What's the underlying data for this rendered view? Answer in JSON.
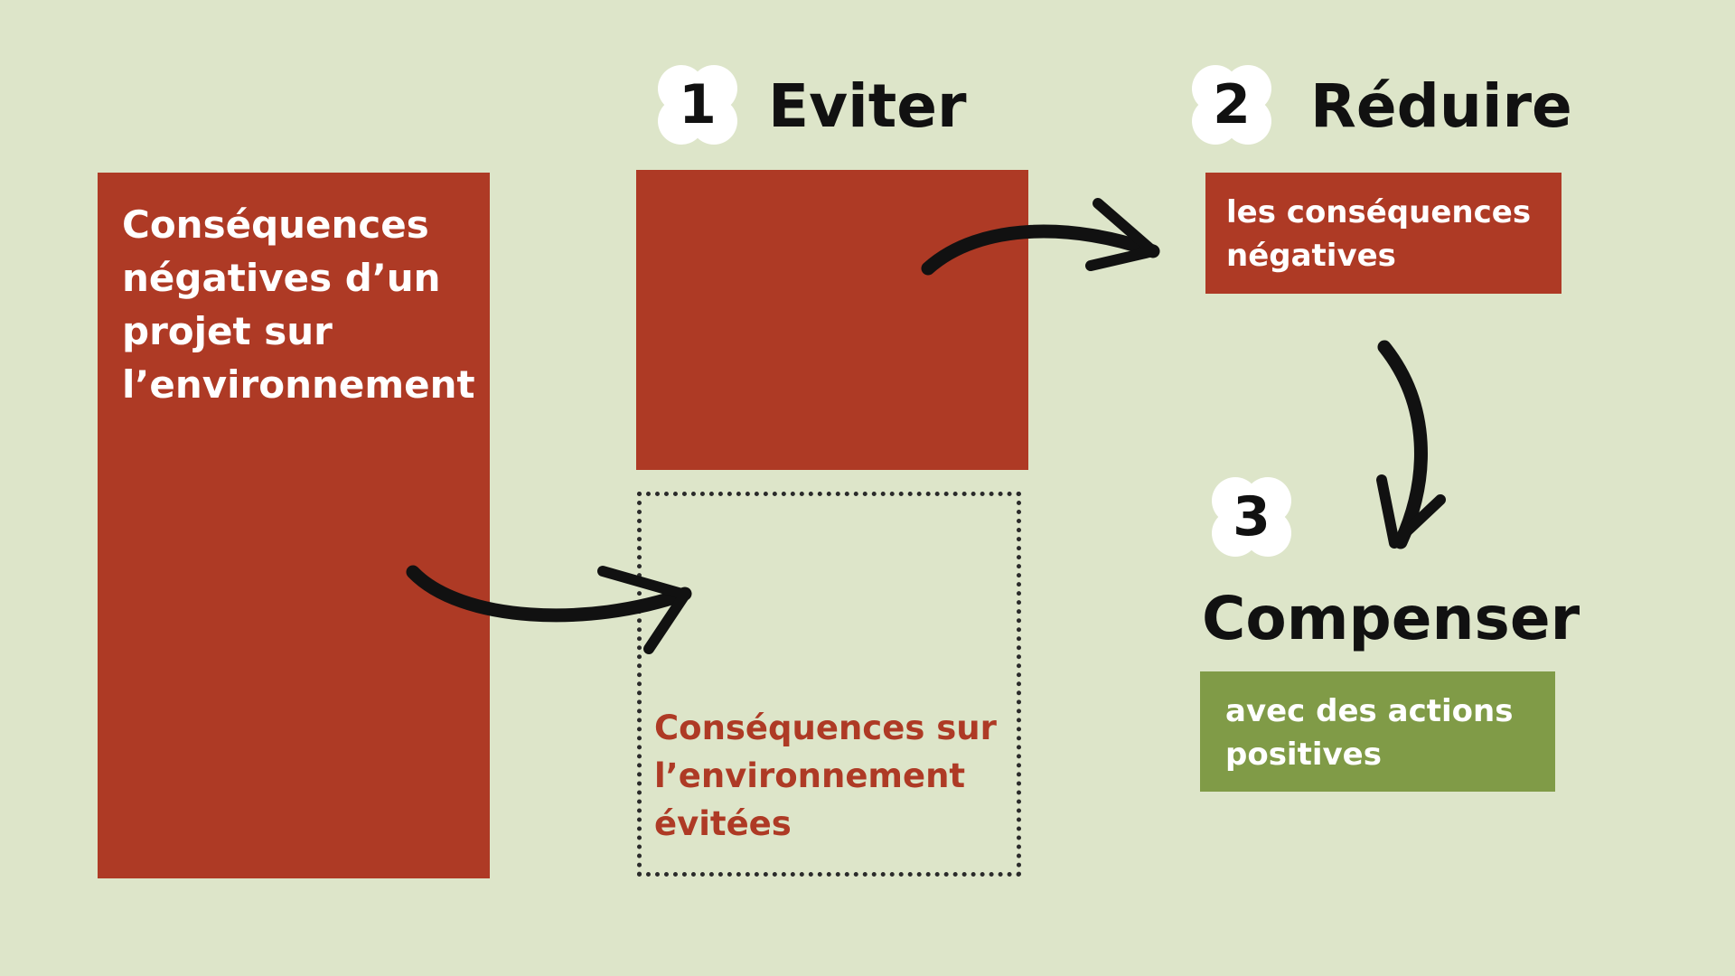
{
  "main_block": {
    "line1": "Conséquences",
    "line2": "négatives d’un",
    "line3": "projet sur",
    "line4": "l’environnement"
  },
  "step1": {
    "number": "1",
    "title": "Eviter"
  },
  "step2": {
    "number": "2",
    "title": "Réduire",
    "line1": "les conséquences",
    "line2": "négatives"
  },
  "step3": {
    "number": "3",
    "title": "Compenser",
    "line1": "avec des actions",
    "line2": "positives"
  },
  "avoided": {
    "line1": "Conséquences sur",
    "line2": "l’environnement",
    "line3": "évitées"
  },
  "colors": {
    "background": "#dde5c9",
    "red": "#ae3a25",
    "green": "#809b47",
    "badge": "#ffffff",
    "text_dark": "#111111"
  },
  "icons": {
    "badge_shape": "rounded-clover",
    "arrow": "curved-arrow-icon"
  }
}
